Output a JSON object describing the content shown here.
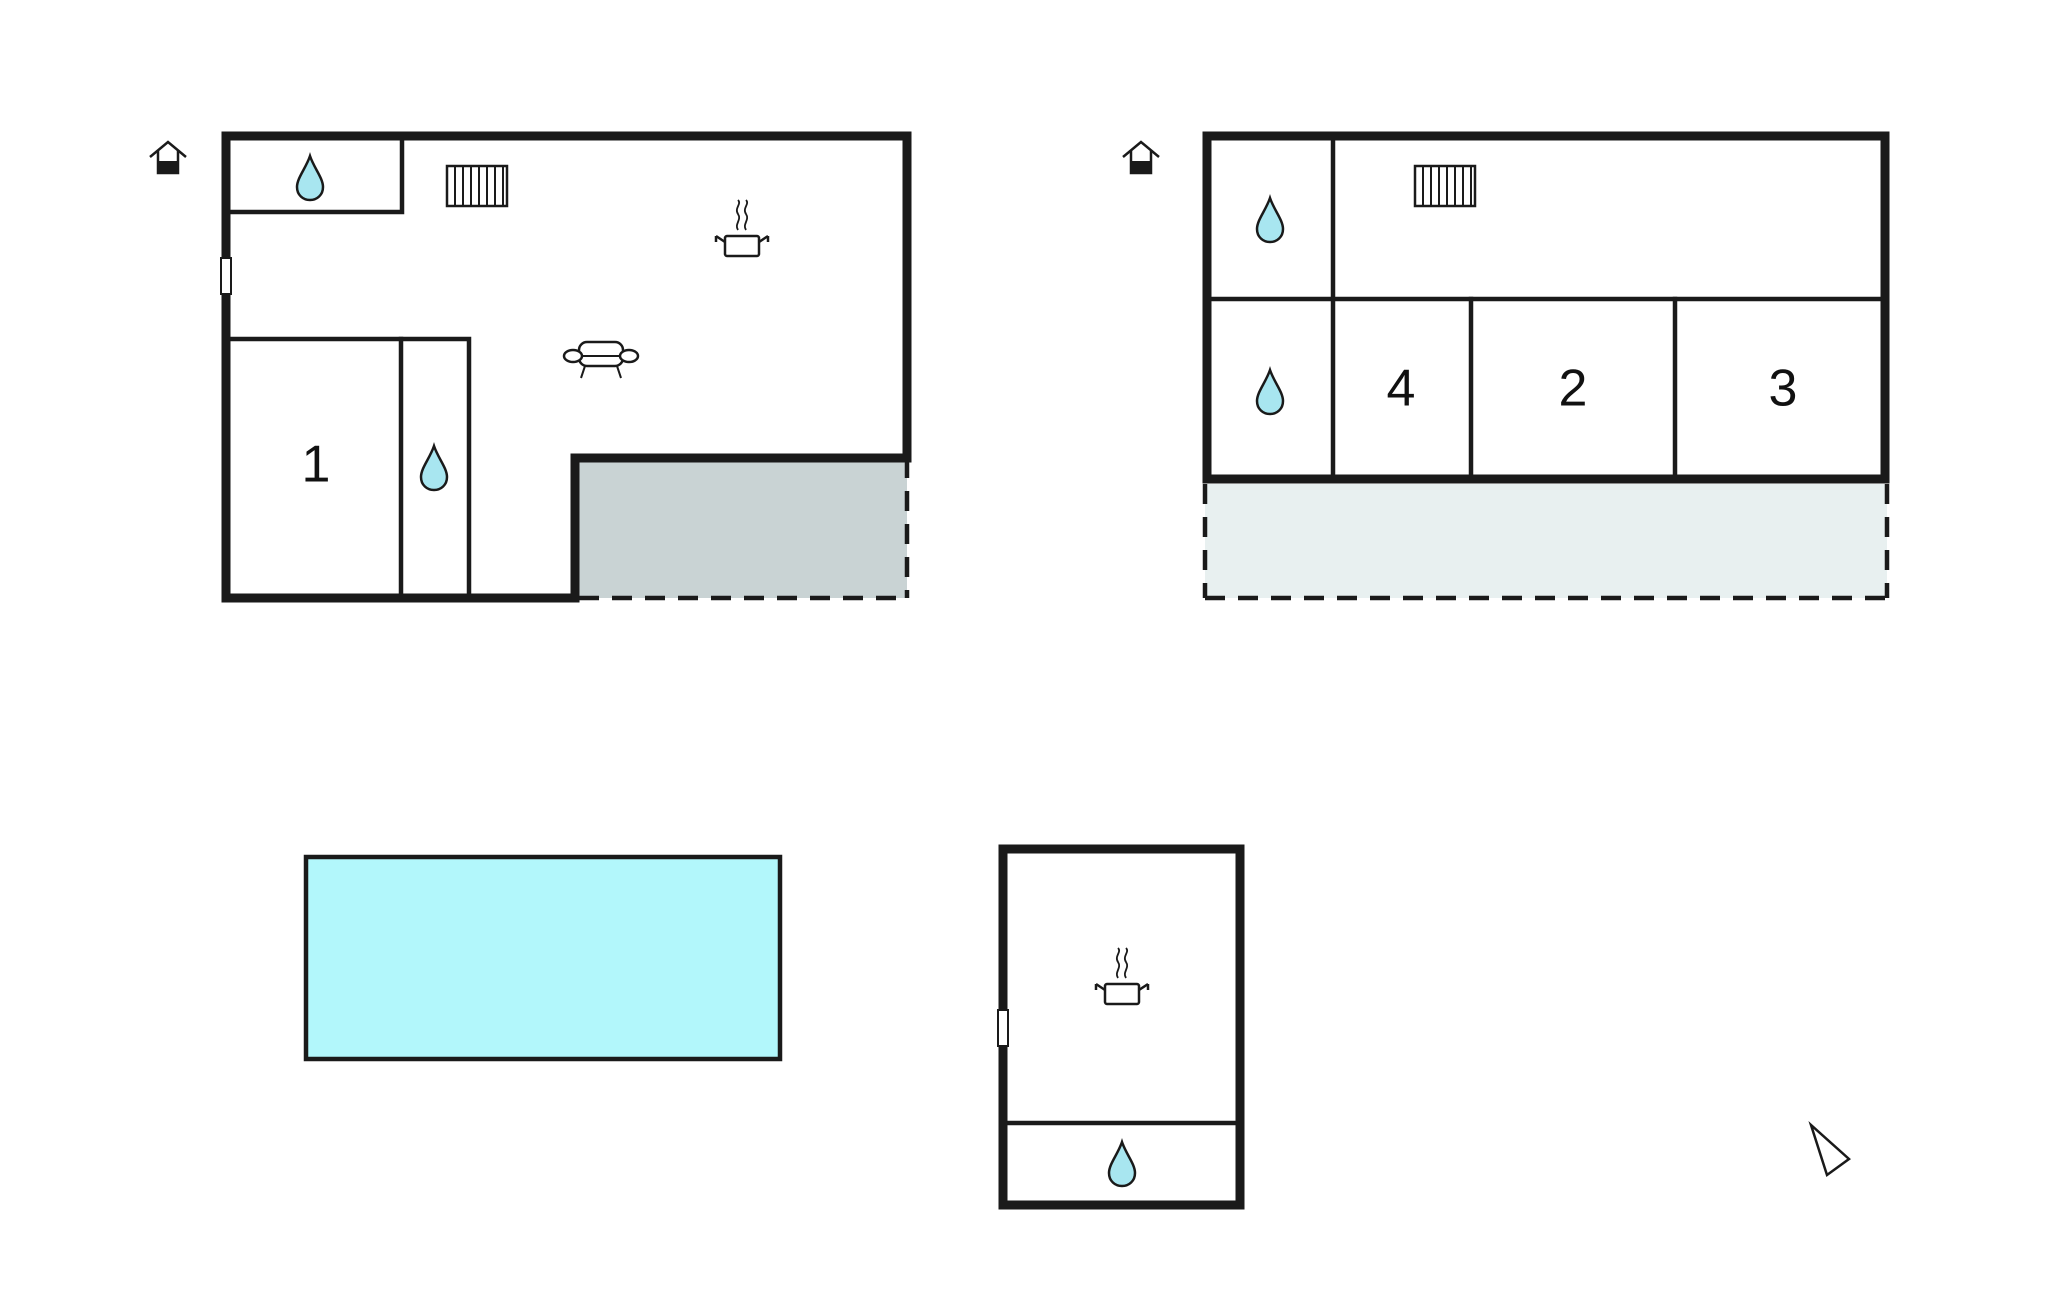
{
  "colors": {
    "wall": "#1a1a1a",
    "water": "#a8e6f0",
    "terrace_covered": "#c9d3d4",
    "terrace_open": "#e8f0f0",
    "pool": "#b2f7fb",
    "background": "#ffffff"
  },
  "rooms": {
    "ground_bedroom": "1",
    "upper_bedroom_a": "4",
    "upper_bedroom_b": "2",
    "upper_bedroom_c": "3"
  },
  "icons": [
    "entrance-icon",
    "water-drop-icon",
    "radiator-icon",
    "cooking-pot-icon",
    "sofa-icon",
    "door-icon",
    "north-arrow-icon"
  ]
}
